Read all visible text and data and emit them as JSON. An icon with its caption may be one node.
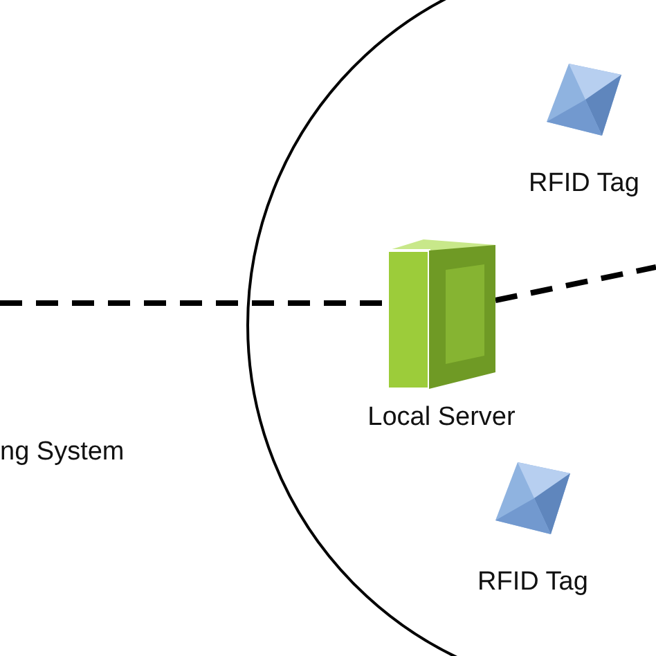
{
  "diagram": {
    "nodes": [
      {
        "text": [],
        "shape": "circle"
      },
      {
        "text": [
          "RFID Tag"
        ],
        "in": 0
      },
      {
        "text": [
          "Local Server"
        ],
        "in": 0
      },
      {
        "text": [
          "RFID Tag"
        ],
        "in": 0
      }
    ],
    "edges": [
      {
        "from": null,
        "to": 2,
        "arrow": "none",
        "style": "dashed"
      },
      {
        "from": 2,
        "to": null,
        "arrow": "none",
        "style": "dashed"
      }
    ],
    "labels": [
      "ng System"
    ]
  }
}
